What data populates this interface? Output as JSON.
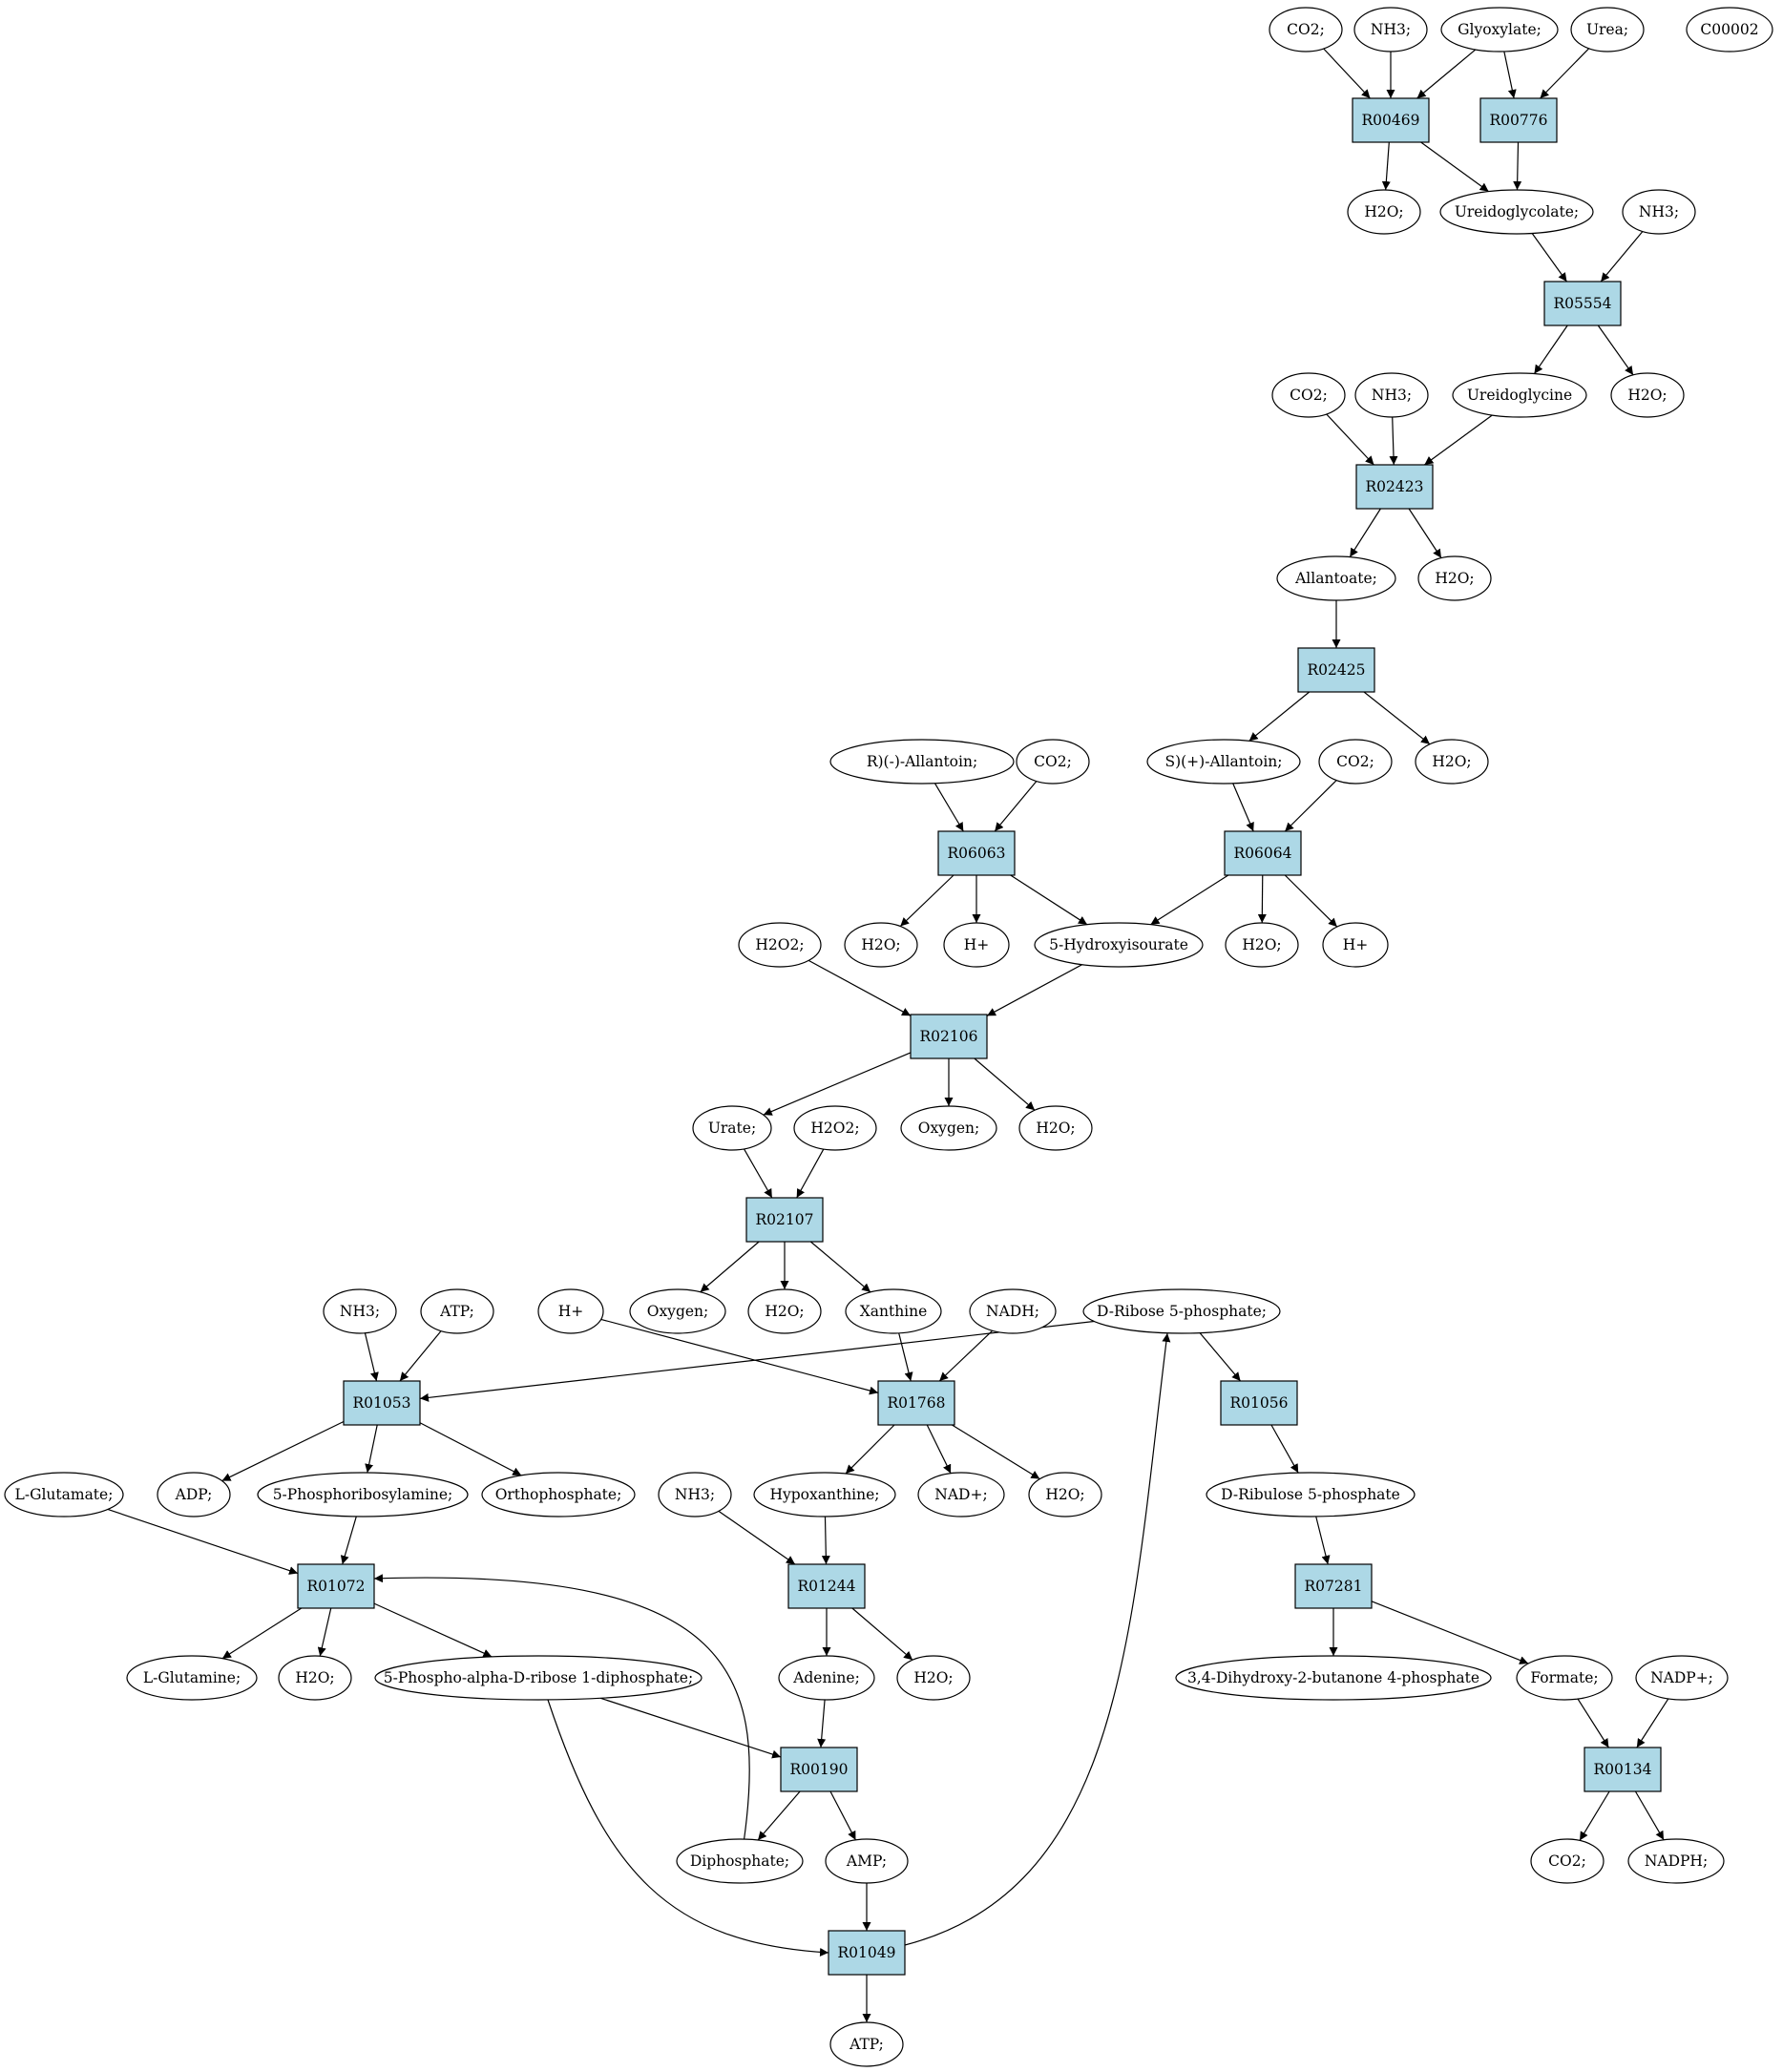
{
  "colors": {
    "reaction_fill": "#add8e6",
    "compound_fill": "#ffffff",
    "highlight_green": "#00ee00",
    "highlight_yellow": "#ffff00",
    "stroke": "#000000"
  },
  "nodes": [
    {
      "id": "c_co2_1",
      "label": "CO2;",
      "shape": "ellipse"
    },
    {
      "id": "c_nh3_1",
      "label": "NH3;",
      "shape": "ellipse"
    },
    {
      "id": "c_glyoxylate",
      "label": "Glyoxylate;",
      "shape": "ellipse"
    },
    {
      "id": "c_urea",
      "label": "Urea;",
      "shape": "ellipse"
    },
    {
      "id": "c_C00002",
      "label": "C00002",
      "shape": "ellipse",
      "fill": "highlight_yellow"
    },
    {
      "id": "r_R00469",
      "label": "R00469",
      "shape": "rect"
    },
    {
      "id": "r_R00776",
      "label": "R00776",
      "shape": "rect"
    },
    {
      "id": "c_h2o_1",
      "label": "H2O;",
      "shape": "ellipse"
    },
    {
      "id": "c_ureidoglycolate",
      "label": "Ureidoglycolate;",
      "shape": "ellipse"
    },
    {
      "id": "c_nh3_2",
      "label": "NH3;",
      "shape": "ellipse"
    },
    {
      "id": "r_R05554",
      "label": "R05554",
      "shape": "rect"
    },
    {
      "id": "c_co2_2",
      "label": "CO2;",
      "shape": "ellipse"
    },
    {
      "id": "c_nh3_3",
      "label": "NH3;",
      "shape": "ellipse"
    },
    {
      "id": "c_ureidoglycine",
      "label": "Ureidoglycine",
      "shape": "ellipse"
    },
    {
      "id": "c_h2o_2",
      "label": "H2O;",
      "shape": "ellipse"
    },
    {
      "id": "r_R02423",
      "label": "R02423",
      "shape": "rect"
    },
    {
      "id": "c_allantoate",
      "label": "Allantoate;",
      "shape": "ellipse"
    },
    {
      "id": "c_h2o_3",
      "label": "H2O;",
      "shape": "ellipse"
    },
    {
      "id": "r_R02425",
      "label": "R02425",
      "shape": "rect"
    },
    {
      "id": "c_r_allantoin",
      "label": "R)(-)-Allantoin;",
      "shape": "ellipse"
    },
    {
      "id": "c_co2_3",
      "label": "CO2;",
      "shape": "ellipse"
    },
    {
      "id": "c_s_allantoin",
      "label": "S)(+)-Allantoin;",
      "shape": "ellipse"
    },
    {
      "id": "c_co2_4",
      "label": "CO2;",
      "shape": "ellipse"
    },
    {
      "id": "c_h2o_4",
      "label": "H2O;",
      "shape": "ellipse"
    },
    {
      "id": "r_R06063",
      "label": "R06063",
      "shape": "rect"
    },
    {
      "id": "r_R06064",
      "label": "R06064",
      "shape": "rect"
    },
    {
      "id": "c_h2o2_1",
      "label": "H2O2;",
      "shape": "ellipse"
    },
    {
      "id": "c_h2o_5",
      "label": "H2O;",
      "shape": "ellipse"
    },
    {
      "id": "c_hplus_1",
      "label": "H+",
      "shape": "ellipse"
    },
    {
      "id": "c_hydroxyisourate",
      "label": "5-Hydroxyisourate",
      "shape": "ellipse"
    },
    {
      "id": "c_h2o_6",
      "label": "H2O;",
      "shape": "ellipse"
    },
    {
      "id": "c_hplus_2",
      "label": "H+",
      "shape": "ellipse"
    },
    {
      "id": "r_R02106",
      "label": "R02106",
      "shape": "rect"
    },
    {
      "id": "c_urate",
      "label": "Urate;",
      "shape": "ellipse"
    },
    {
      "id": "c_h2o2_2",
      "label": "H2O2;",
      "shape": "ellipse"
    },
    {
      "id": "c_oxygen_1",
      "label": "Oxygen;",
      "shape": "ellipse"
    },
    {
      "id": "c_h2o_7",
      "label": "H2O;",
      "shape": "ellipse"
    },
    {
      "id": "r_R02107",
      "label": "R02107",
      "shape": "rect"
    },
    {
      "id": "c_nh3_4",
      "label": "NH3;",
      "shape": "ellipse"
    },
    {
      "id": "c_atp_1",
      "label": "ATP;",
      "shape": "ellipse"
    },
    {
      "id": "c_hplus_3",
      "label": "H+",
      "shape": "ellipse"
    },
    {
      "id": "c_oxygen_2",
      "label": "Oxygen;",
      "shape": "ellipse"
    },
    {
      "id": "c_h2o_8",
      "label": "H2O;",
      "shape": "ellipse"
    },
    {
      "id": "c_xanthine",
      "label": "Xanthine",
      "shape": "ellipse"
    },
    {
      "id": "c_nadh",
      "label": "NADH;",
      "shape": "ellipse"
    },
    {
      "id": "c_ribose5p",
      "label": "D-Ribose 5-phosphate;",
      "shape": "ellipse",
      "fill": "highlight_green"
    },
    {
      "id": "r_R01053",
      "label": "R01053",
      "shape": "rect"
    },
    {
      "id": "r_R01768",
      "label": "R01768",
      "shape": "rect"
    },
    {
      "id": "r_R01056",
      "label": "R01056",
      "shape": "rect"
    },
    {
      "id": "c_lglutamate",
      "label": "L-Glutamate;",
      "shape": "ellipse"
    },
    {
      "id": "c_adp",
      "label": "ADP;",
      "shape": "ellipse"
    },
    {
      "id": "c_phosphoribosylamine",
      "label": "5-Phosphoribosylamine;",
      "shape": "ellipse"
    },
    {
      "id": "c_orthophosphate",
      "label": "Orthophosphate;",
      "shape": "ellipse"
    },
    {
      "id": "c_nh3_5",
      "label": "NH3;",
      "shape": "ellipse"
    },
    {
      "id": "c_hypoxanthine",
      "label": "Hypoxanthine;",
      "shape": "ellipse"
    },
    {
      "id": "c_nadplus",
      "label": "NAD+;",
      "shape": "ellipse"
    },
    {
      "id": "c_h2o_9",
      "label": "H2O;",
      "shape": "ellipse"
    },
    {
      "id": "c_ribulose5p",
      "label": "D-Ribulose 5-phosphate",
      "shape": "ellipse"
    },
    {
      "id": "r_R01072",
      "label": "R01072",
      "shape": "rect"
    },
    {
      "id": "r_R01244",
      "label": "R01244",
      "shape": "rect"
    },
    {
      "id": "r_R07281",
      "label": "R07281",
      "shape": "rect"
    },
    {
      "id": "c_lglutamine",
      "label": "L-Glutamine;",
      "shape": "ellipse"
    },
    {
      "id": "c_h2o_10",
      "label": "H2O;",
      "shape": "ellipse"
    },
    {
      "id": "c_prpp",
      "label": "5-Phospho-alpha-D-ribose 1-diphosphate;",
      "shape": "ellipse"
    },
    {
      "id": "c_adenine",
      "label": "Adenine;",
      "shape": "ellipse"
    },
    {
      "id": "c_h2o_11",
      "label": "H2O;",
      "shape": "ellipse"
    },
    {
      "id": "c_dhbp",
      "label": "3,4-Dihydroxy-2-butanone 4-phosphate",
      "shape": "ellipse"
    },
    {
      "id": "c_formate",
      "label": "Formate;",
      "shape": "ellipse"
    },
    {
      "id": "c_nadpplus",
      "label": "NADP+;",
      "shape": "ellipse"
    },
    {
      "id": "r_R00190",
      "label": "R00190",
      "shape": "rect"
    },
    {
      "id": "r_R00134",
      "label": "R00134",
      "shape": "rect"
    },
    {
      "id": "c_diphosphate",
      "label": "Diphosphate;",
      "shape": "ellipse"
    },
    {
      "id": "c_amp",
      "label": "AMP;",
      "shape": "ellipse"
    },
    {
      "id": "c_co2_5",
      "label": "CO2;",
      "shape": "ellipse"
    },
    {
      "id": "c_nadph",
      "label": "NADPH;",
      "shape": "ellipse"
    },
    {
      "id": "r_R01049",
      "label": "R01049",
      "shape": "rect"
    },
    {
      "id": "c_atp_2",
      "label": "ATP;",
      "shape": "ellipse"
    }
  ],
  "edges": [
    {
      "from": "c_co2_1",
      "to": "r_R00469"
    },
    {
      "from": "c_nh3_1",
      "to": "r_R00469"
    },
    {
      "from": "c_glyoxylate",
      "to": "r_R00469"
    },
    {
      "from": "c_glyoxylate",
      "to": "r_R00776"
    },
    {
      "from": "c_urea",
      "to": "r_R00776"
    },
    {
      "from": "r_R00469",
      "to": "c_h2o_1"
    },
    {
      "from": "r_R00469",
      "to": "c_ureidoglycolate"
    },
    {
      "from": "r_R00776",
      "to": "c_ureidoglycolate"
    },
    {
      "from": "c_ureidoglycolate",
      "to": "r_R05554"
    },
    {
      "from": "c_nh3_2",
      "to": "r_R05554"
    },
    {
      "from": "r_R05554",
      "to": "c_ureidoglycine"
    },
    {
      "from": "r_R05554",
      "to": "c_h2o_2"
    },
    {
      "from": "c_co2_2",
      "to": "r_R02423"
    },
    {
      "from": "c_nh3_3",
      "to": "r_R02423"
    },
    {
      "from": "c_ureidoglycine",
      "to": "r_R02423"
    },
    {
      "from": "r_R02423",
      "to": "c_allantoate"
    },
    {
      "from": "r_R02423",
      "to": "c_h2o_3"
    },
    {
      "from": "c_allantoate",
      "to": "r_R02425"
    },
    {
      "from": "r_R02425",
      "to": "c_s_allantoin"
    },
    {
      "from": "r_R02425",
      "to": "c_h2o_4"
    },
    {
      "from": "c_r_allantoin",
      "to": "r_R06063"
    },
    {
      "from": "c_co2_3",
      "to": "r_R06063"
    },
    {
      "from": "c_s_allantoin",
      "to": "r_R06064"
    },
    {
      "from": "c_co2_4",
      "to": "r_R06064"
    },
    {
      "from": "r_R06063",
      "to": "c_h2o_5"
    },
    {
      "from": "r_R06063",
      "to": "c_hplus_1"
    },
    {
      "from": "r_R06063",
      "to": "c_hydroxyisourate"
    },
    {
      "from": "r_R06064",
      "to": "c_hydroxyisourate"
    },
    {
      "from": "r_R06064",
      "to": "c_h2o_6"
    },
    {
      "from": "r_R06064",
      "to": "c_hplus_2"
    },
    {
      "from": "c_h2o2_1",
      "to": "r_R02106"
    },
    {
      "from": "c_hydroxyisourate",
      "to": "r_R02106"
    },
    {
      "from": "r_R02106",
      "to": "c_urate"
    },
    {
      "from": "r_R02106",
      "to": "c_oxygen_1"
    },
    {
      "from": "r_R02106",
      "to": "c_h2o_7"
    },
    {
      "from": "c_urate",
      "to": "r_R02107"
    },
    {
      "from": "c_h2o2_2",
      "to": "r_R02107"
    },
    {
      "from": "r_R02107",
      "to": "c_oxygen_2"
    },
    {
      "from": "r_R02107",
      "to": "c_h2o_8"
    },
    {
      "from": "r_R02107",
      "to": "c_xanthine"
    },
    {
      "from": "c_nh3_4",
      "to": "r_R01053"
    },
    {
      "from": "c_atp_1",
      "to": "r_R01053"
    },
    {
      "from": "c_ribose5p",
      "to": "r_R01053"
    },
    {
      "from": "c_hplus_3",
      "to": "r_R01768"
    },
    {
      "from": "c_xanthine",
      "to": "r_R01768"
    },
    {
      "from": "c_nadh",
      "to": "r_R01768"
    },
    {
      "from": "c_ribose5p",
      "to": "r_R01056"
    },
    {
      "from": "r_R01053",
      "to": "c_adp"
    },
    {
      "from": "r_R01053",
      "to": "c_phosphoribosylamine"
    },
    {
      "from": "r_R01053",
      "to": "c_orthophosphate"
    },
    {
      "from": "r_R01768",
      "to": "c_hypoxanthine"
    },
    {
      "from": "r_R01768",
      "to": "c_nadplus"
    },
    {
      "from": "r_R01768",
      "to": "c_h2o_9"
    },
    {
      "from": "r_R01056",
      "to": "c_ribulose5p"
    },
    {
      "from": "c_lglutamate",
      "to": "r_R01072"
    },
    {
      "from": "c_phosphoribosylamine",
      "to": "r_R01072"
    },
    {
      "from": "c_diphosphate",
      "to": "r_R01072",
      "curve": "up-left"
    },
    {
      "from": "c_nh3_5",
      "to": "r_R01244"
    },
    {
      "from": "c_hypoxanthine",
      "to": "r_R01244"
    },
    {
      "from": "c_ribulose5p",
      "to": "r_R07281"
    },
    {
      "from": "r_R01072",
      "to": "c_lglutamine"
    },
    {
      "from": "r_R01072",
      "to": "c_h2o_10"
    },
    {
      "from": "r_R01072",
      "to": "c_prpp"
    },
    {
      "from": "r_R01244",
      "to": "c_adenine"
    },
    {
      "from": "r_R01244",
      "to": "c_h2o_11"
    },
    {
      "from": "r_R07281",
      "to": "c_dhbp"
    },
    {
      "from": "r_R07281",
      "to": "c_formate"
    },
    {
      "from": "c_prpp",
      "to": "r_R00190"
    },
    {
      "from": "c_adenine",
      "to": "r_R00190"
    },
    {
      "from": "c_formate",
      "to": "r_R00134"
    },
    {
      "from": "c_nadpplus",
      "to": "r_R00134"
    },
    {
      "from": "r_R00190",
      "to": "c_diphosphate"
    },
    {
      "from": "r_R00190",
      "to": "c_amp"
    },
    {
      "from": "r_R00134",
      "to": "c_co2_5"
    },
    {
      "from": "r_R00134",
      "to": "c_nadph"
    },
    {
      "from": "c_amp",
      "to": "r_R01049"
    },
    {
      "from": "c_prpp",
      "to": "r_R01049",
      "curve": "down"
    },
    {
      "from": "r_R01049",
      "to": "c_atp_2"
    },
    {
      "from": "r_R01049",
      "to": "c_ribose5p",
      "curve": "up"
    }
  ]
}
